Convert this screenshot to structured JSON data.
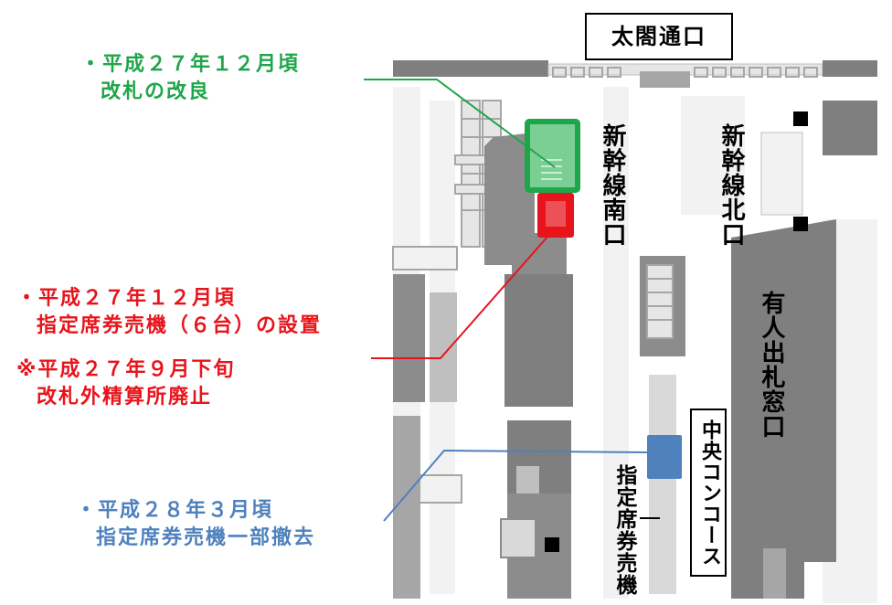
{
  "colors": {
    "green": "#1fa64a",
    "red": "#e8141b",
    "blue": "#4f81bd",
    "dark_gray": "#7f7f7f",
    "mid_gray": "#a6a6a6",
    "light_gray": "#d9d9d9",
    "black": "#000000"
  },
  "labels": {
    "taiko_exit": "太閤通口",
    "shinkansen_south": "新幹線南口",
    "shinkansen_north": "新幹線北口",
    "staffed_gate": "有人出札窓口",
    "central_concourse": "中央コンコース",
    "reserved_machines": "指定席券売機"
  },
  "annotations": {
    "green": [
      "・平成２７年１２月頃",
      "改札の改良"
    ],
    "red": [
      "・平成２７年１２月頃",
      "指定席券売機（６台）の設置",
      "※平成２７年９月下旬",
      "改札外精算所廃止"
    ],
    "blue": [
      "・平成２８年３月頃",
      "指定席券売機一部撤去"
    ]
  }
}
